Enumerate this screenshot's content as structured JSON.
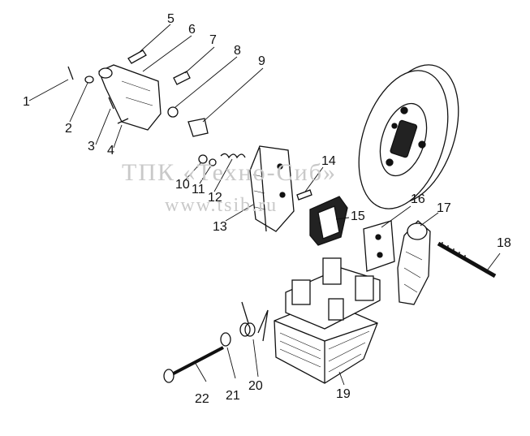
{
  "watermark": {
    "line1": "ТПК «Техно-Сиб»",
    "line2": "www.tsib.ru"
  },
  "callouts": [
    "1",
    "2",
    "3",
    "4",
    "5",
    "6",
    "7",
    "8",
    "9",
    "10",
    "11",
    "12",
    "13",
    "14",
    "15",
    "16",
    "17",
    "18",
    "19",
    "20",
    "21",
    "22"
  ],
  "colors": {
    "ink": "#111111",
    "watermark": "#c9c9c9",
    "background": "#ffffff"
  }
}
